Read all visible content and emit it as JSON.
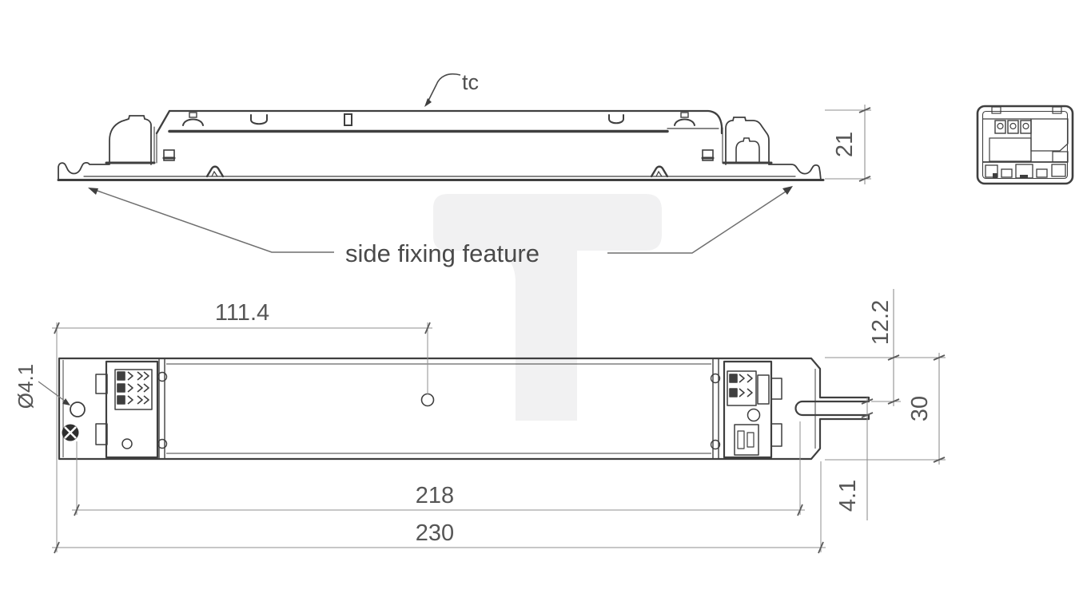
{
  "drawing": {
    "labels": {
      "tc": "tc",
      "side_fixing_feature": "side fixing feature"
    },
    "dimensions": {
      "height": "21",
      "hole_diameter": "Ø4.1",
      "hole_to_center": "111.4",
      "slot_offset": "12.2",
      "body_width": "30",
      "fixing_centers": "218",
      "overall_length": "230",
      "slot_width": "4.1"
    },
    "colors": {
      "outline": "#3f3f3f",
      "dimension_line": "#8a8a8a",
      "text": "#565656",
      "watermark": "#f1f1f2",
      "background": "#ffffff"
    }
  }
}
